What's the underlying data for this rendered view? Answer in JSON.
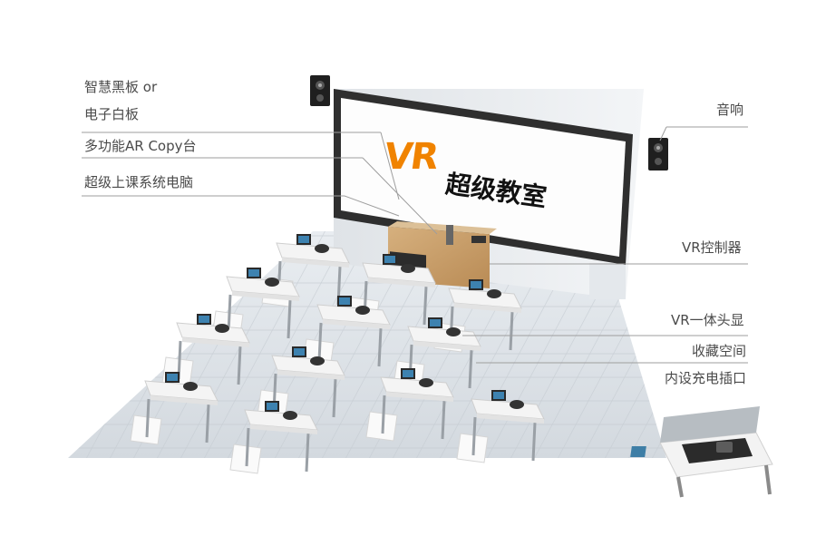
{
  "screen": {
    "logo_letters": "VR",
    "title": "超级教室"
  },
  "labels": {
    "smart_board_line1": "智慧黑板 or",
    "smart_board_line2": "电子白板",
    "ar_copy_stand": "多功能AR Copy台",
    "teacher_computer": "超级上课系统电脑",
    "speaker": "音响",
    "vr_controller": "VR控制器",
    "vr_headset": "VR一体头显",
    "storage_space": "收藏空间",
    "charging_socket": "内设充电插口"
  },
  "colors": {
    "accent": "#f08300",
    "text": "#4a4a4a",
    "screen_frame": "#3a3a3a",
    "desk": "#f4f4f4",
    "podium_wood": "#c9a272"
  },
  "icons": [
    "speaker-icon",
    "vr-logo",
    "vr-headset-icon",
    "tablet-icon",
    "charging-box-icon"
  ]
}
